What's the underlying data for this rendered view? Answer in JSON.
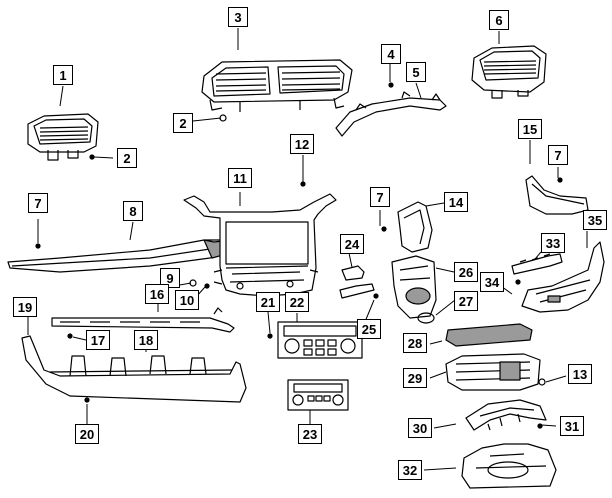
{
  "callouts": [
    {
      "id": "c1",
      "label": "1"
    },
    {
      "id": "c2a",
      "label": "2"
    },
    {
      "id": "c2b",
      "label": "2"
    },
    {
      "id": "c3",
      "label": "3"
    },
    {
      "id": "c4",
      "label": "4"
    },
    {
      "id": "c5",
      "label": "5"
    },
    {
      "id": "c6",
      "label": "6"
    },
    {
      "id": "c7a",
      "label": "7"
    },
    {
      "id": "c7b",
      "label": "7"
    },
    {
      "id": "c7c",
      "label": "7"
    },
    {
      "id": "c8",
      "label": "8"
    },
    {
      "id": "c9",
      "label": "9"
    },
    {
      "id": "c10",
      "label": "10"
    },
    {
      "id": "c11",
      "label": "11"
    },
    {
      "id": "c12",
      "label": "12"
    },
    {
      "id": "c13",
      "label": "13"
    },
    {
      "id": "c14",
      "label": "14"
    },
    {
      "id": "c15",
      "label": "15"
    },
    {
      "id": "c16",
      "label": "16"
    },
    {
      "id": "c17",
      "label": "17"
    },
    {
      "id": "c18",
      "label": "18"
    },
    {
      "id": "c19",
      "label": "19"
    },
    {
      "id": "c20",
      "label": "20"
    },
    {
      "id": "c21",
      "label": "21"
    },
    {
      "id": "c22",
      "label": "22"
    },
    {
      "id": "c23",
      "label": "23"
    },
    {
      "id": "c24",
      "label": "24"
    },
    {
      "id": "c25",
      "label": "25"
    },
    {
      "id": "c26",
      "label": "26"
    },
    {
      "id": "c27",
      "label": "27"
    },
    {
      "id": "c28",
      "label": "28"
    },
    {
      "id": "c29",
      "label": "29"
    },
    {
      "id": "c30",
      "label": "30"
    },
    {
      "id": "c31",
      "label": "31"
    },
    {
      "id": "c32",
      "label": "32"
    },
    {
      "id": "c33",
      "label": "33"
    },
    {
      "id": "c34",
      "label": "34"
    },
    {
      "id": "c35",
      "label": "35"
    }
  ],
  "colors": {
    "ink": "#000000",
    "part_fill": "#ffffff",
    "shade": "#9a9a9a"
  }
}
